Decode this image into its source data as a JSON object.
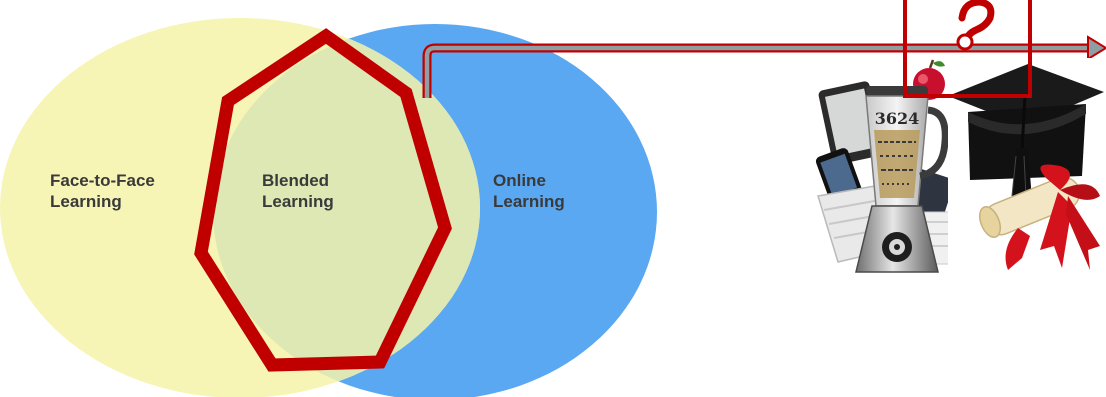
{
  "diagram": {
    "sets": [
      {
        "id": "face-to-face",
        "line1": "Face-to-Face",
        "line2": "Learning",
        "color": "#f6f5b6"
      },
      {
        "id": "online",
        "line1": "Online",
        "line2": "Learning",
        "color": "#5ba8f2"
      }
    ],
    "overlap": {
      "line1": "Blended",
      "line2": "Learning",
      "color": "#dde8b4"
    },
    "highlight": {
      "shape": "heptagon-outline",
      "color": "#c00000"
    },
    "arrow": {
      "color": "#8f9ea3",
      "outline": "#c00000"
    },
    "pictures": [
      {
        "name": "blender-with-devices",
        "blender_text": "3624",
        "apple_color": "#c8102e",
        "phone_icon": "phone-icon",
        "tablet_icon": "tablet-icon",
        "keyboard_icon": "keyboard-icon"
      },
      {
        "name": "graduation-cap-and-diploma",
        "cap_color": "#1a1a1a",
        "ribbon_color": "#d3121c",
        "scroll_color": "#f2e6c4"
      }
    ],
    "callout": {
      "shape": "question-mark",
      "color": "#c00000"
    }
  }
}
